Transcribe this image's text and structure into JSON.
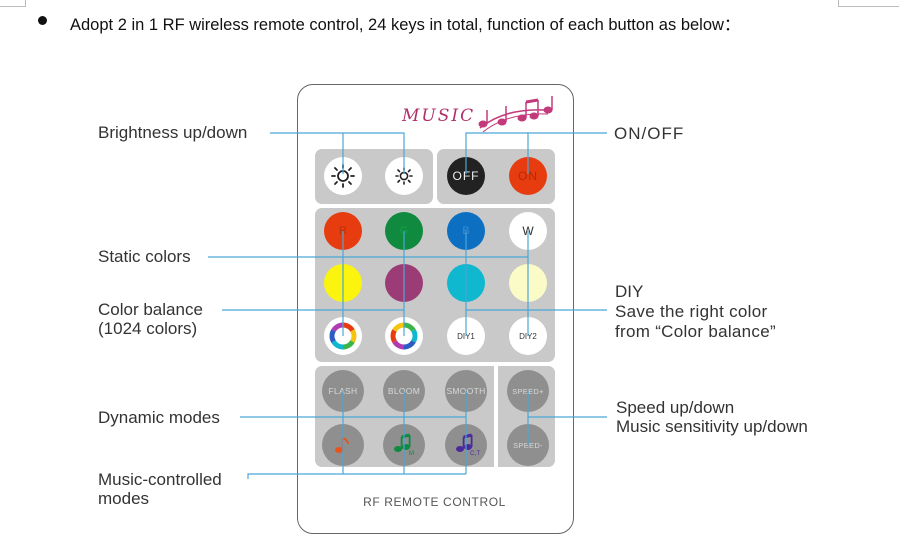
{
  "headline": "Adopt 2 in 1 RF wireless remote control, 24 keys in total, function of each button as below：",
  "labels": {
    "brightness": "Brightness up/down",
    "on_off": "ON/OFF",
    "static_colors": "Static colors",
    "diy_1": "DIY",
    "diy_2": "Save the right color",
    "diy_3": "from “Color balance”",
    "color_balance_1": "Color balance",
    "color_balance_2": "(1024 colors)",
    "speed_1": "Speed up/down",
    "speed_2": "Music sensitivity up/down",
    "dynamic": "Dynamic modes",
    "music_1": "Music-controlled",
    "music_2": "modes"
  },
  "remote": {
    "logo_text": "MUSIC",
    "footer": "RF REMOTE CONTROL",
    "buttons": {
      "off": "OFF",
      "on": "ON",
      "r": "R",
      "g": "G",
      "b": "B",
      "w": "W",
      "diy1": "DIY1",
      "diy2": "DIY2",
      "flash": "FLASH",
      "bloom": "BLOOM",
      "smooth": "SMOOTH",
      "speed_up": "SPEED+",
      "speed_down": "SPEED-",
      "music_mode_2_tag": "M",
      "music_mode_3_tag": "C,T"
    }
  },
  "colors": {
    "line_blue": "#4aa6d8",
    "red": "#e63c0f",
    "green": "#0f8a3e",
    "blue": "#0c6fc2",
    "yellow": "#fbf40f",
    "purple": "#9c3c77",
    "cyan": "#0fb7cf",
    "cream": "#fbfbc8",
    "panel_gray": "#c9c9c9"
  }
}
